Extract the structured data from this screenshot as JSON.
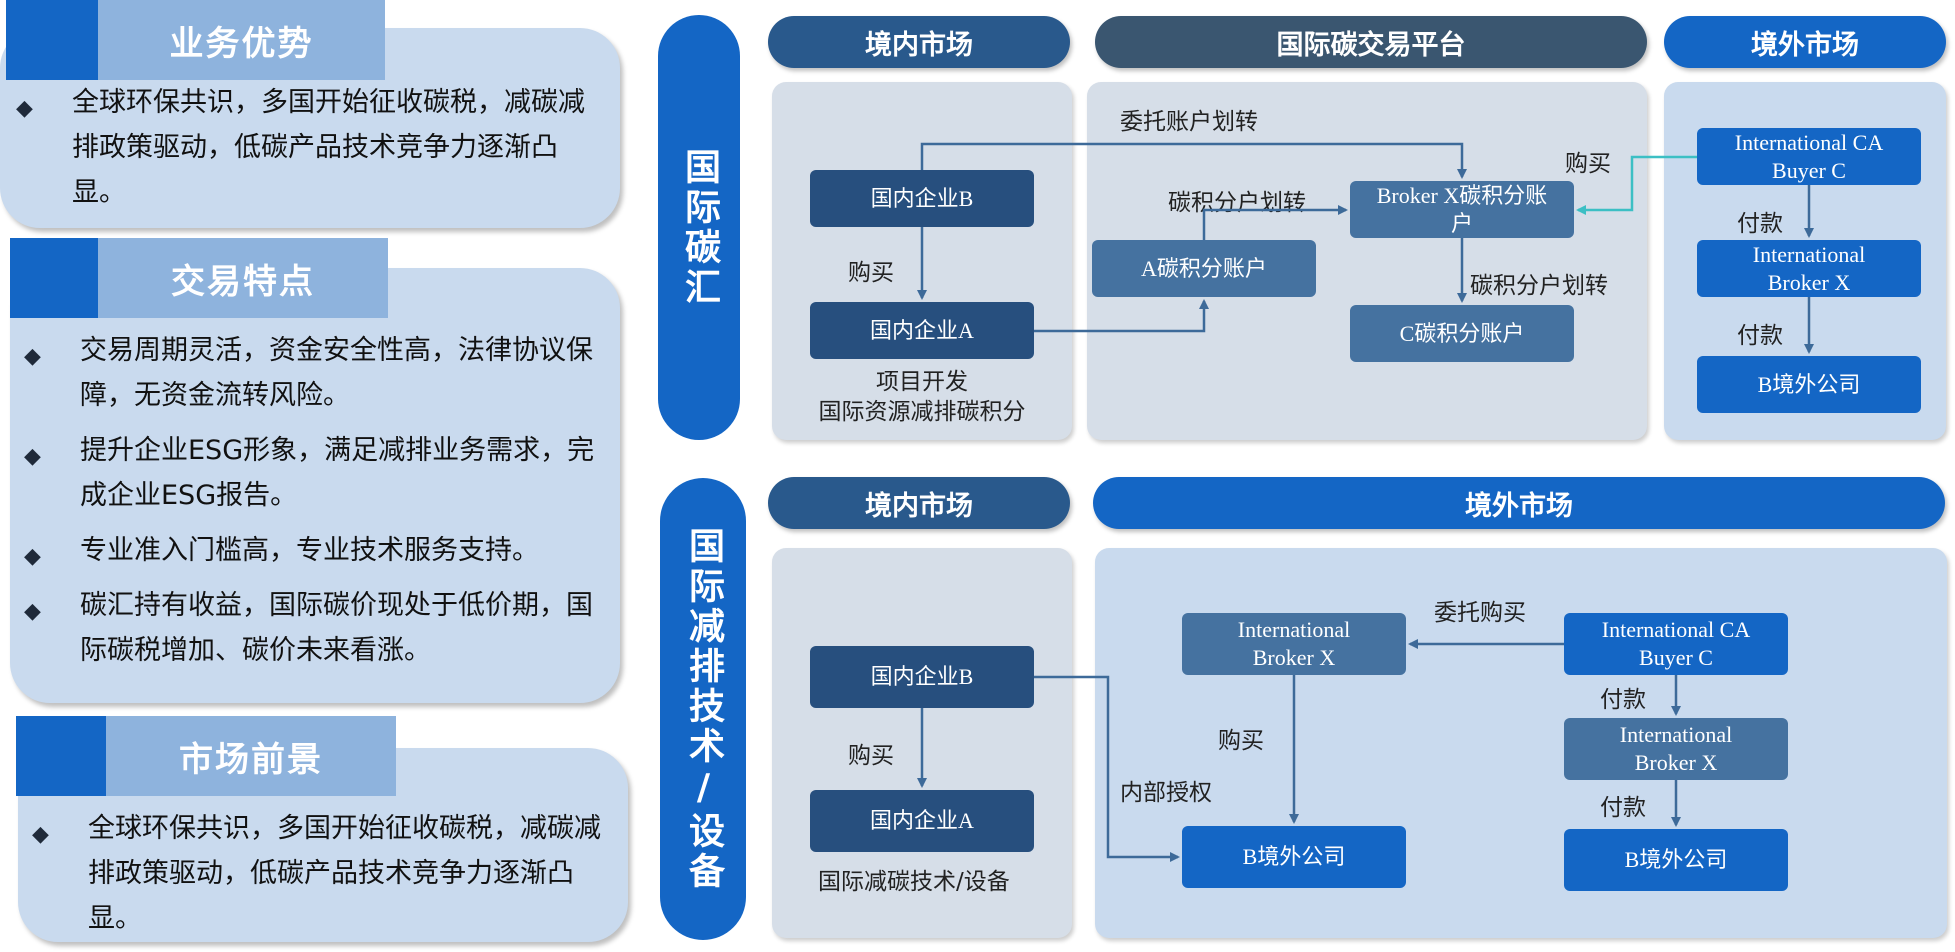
{
  "left": {
    "sections": [
      {
        "title": "业务优势",
        "bullets": [
          "全球环保共识，多国开始征收碳税，减碳减排政策驱动，低碳产品技术竞争力逐渐凸显。"
        ]
      },
      {
        "title": "交易特点",
        "bullets": [
          "交易周期灵活，资金安全性高，法律协议保障，无资金流转风险。",
          "提升企业ESG形象，满足减排业务需求，完成企业ESG报告。",
          "专业准入门槛高，专业技术服务支持。",
          "碳汇持有收益，国际碳价现处于低价期，国际碳税增加、碳价未来看涨。"
        ]
      },
      {
        "title": "市场前景",
        "bullets": [
          "全球环保共识，多国开始征收碳税，减碳减排政策驱动，低碳产品技术竞争力逐渐凸显。"
        ]
      }
    ]
  },
  "carbon_sink": {
    "label": "国际碳汇",
    "headers": {
      "domestic": "境内市场",
      "platform": "国际碳交易平台",
      "overseas": "境外市场"
    },
    "boxes": {
      "company_b": "国内企业B",
      "company_a": "国内企业A",
      "a_account": "A碳积分账户",
      "broker_account": "Broker X碳积分账户",
      "c_account": "C碳积分账户",
      "buyer_c": "International CA Buyer C",
      "broker_x": "International Broker X",
      "overseas_b": "B境外公司"
    },
    "labels": {
      "buy": "购买",
      "project": "项目开发",
      "project_sub": "国际资源减排碳积分",
      "entrust_transfer": "委托账户划转",
      "transfer_1": "碳积分户划转",
      "transfer_2": "碳积分户划转",
      "buy_overseas": "购买",
      "pay_1": "付款",
      "pay_2": "付款"
    }
  },
  "tech": {
    "label": "国际减排技术/设备",
    "headers": {
      "domestic": "境内市场",
      "overseas": "境外市场"
    },
    "boxes": {
      "company_b": "国内企业B",
      "company_a": "国内企业A",
      "broker_x": "International Broker X",
      "overseas_b_left": "B境外公司",
      "buyer_c": "International CA Buyer C",
      "broker_x_right": "International Broker X",
      "overseas_b_right": "B境外公司"
    },
    "labels": {
      "buy": "购买",
      "equipment": "国际减碳技术/设备",
      "entrust_buy": "委托购买",
      "buy_mid": "购买",
      "internal_auth": "内部授权",
      "pay_1": "付款",
      "pay_2": "付款"
    }
  },
  "colors": {
    "accent": "#1466c5",
    "panel": "#c9daee",
    "header_dark": "#29598c",
    "box_navy": "#274f7e",
    "box_steel": "#4572a0",
    "arrow": "#3d6a99",
    "arrow_teal": "#3cbfc4"
  },
  "icons": {
    "bullet": "diamond-icon"
  }
}
